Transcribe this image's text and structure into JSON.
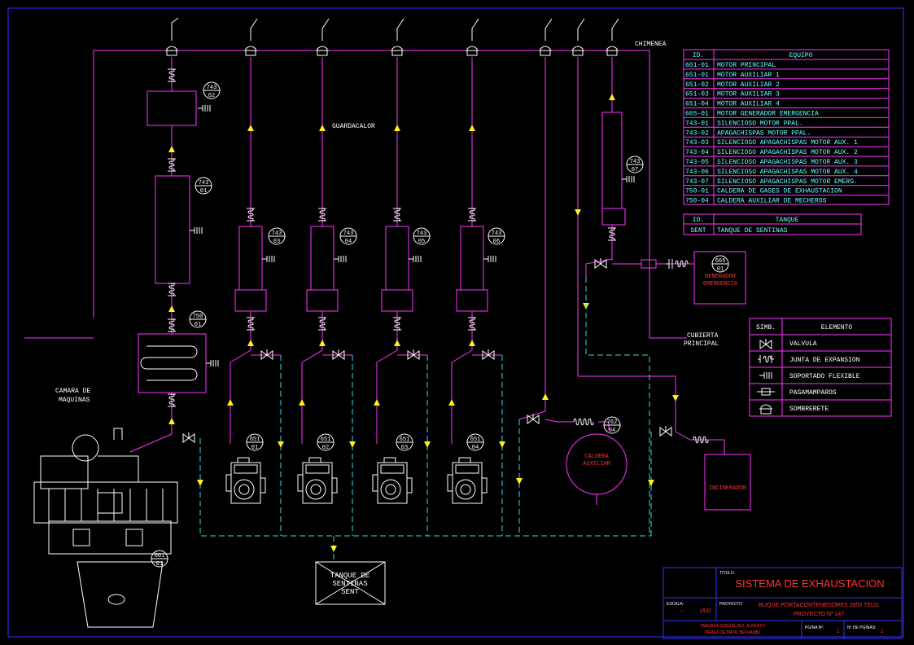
{
  "title_block": {
    "titulo_label": "TITULO",
    "title": "SISTEMA DE EXHAUSTACION",
    "escala_label": "ESCALA:",
    "escala_value": "(A3)",
    "escala_mark": "-:-",
    "proyecto_label": "PROYECTO",
    "project_line1": "BUQUE PORTACONTENEDORES 2850 TEUS",
    "project_line2": "PROYECTO Nº 147",
    "author1": "TABOADA GONZÁLVEZ, ALBERTO",
    "author2": "PÉREZ DE MATA, BENJAMÍN",
    "page_label": "PGINA Nº:",
    "page_value": "1",
    "pages_label": "Nº DE PGINAS:",
    "pages_value": "1"
  },
  "labels": {
    "chimenea": "CHIMENEA",
    "guardacalor": "GUARDACALOR",
    "cubierta1": "CUBIERTA",
    "cubierta2": "PRINCIPAL",
    "camara1": "CAMARA DE",
    "camara2": "MAQUINAS",
    "tank1": "TANQUE DE",
    "tank2": "SENTINAS",
    "tank3": "SENT",
    "gen1": "GENERADOR",
    "gen2": "EMERGENCIA",
    "caldera1": "CALDERA",
    "caldera2": "AUXILIAR",
    "incinerador": "INCINERADOR"
  },
  "tags": [
    {
      "a": "743",
      "b": "02"
    },
    {
      "a": "743",
      "b": "01"
    },
    {
      "a": "750",
      "b": "01"
    },
    {
      "a": "743",
      "b": "03"
    },
    {
      "a": "743",
      "b": "04"
    },
    {
      "a": "743",
      "b": "05"
    },
    {
      "a": "743",
      "b": "06"
    },
    {
      "a": "743",
      "b": "07"
    },
    {
      "a": "665",
      "b": "01"
    },
    {
      "a": "651",
      "b": "01"
    },
    {
      "a": "651",
      "b": "02"
    },
    {
      "a": "651",
      "b": "03"
    },
    {
      "a": "651",
      "b": "04"
    },
    {
      "a": "762",
      "b": "04"
    },
    {
      "a": "601",
      "b": "01"
    }
  ],
  "equipment_table": {
    "header_id": "ID.",
    "header_name": "EQUIPO",
    "rows": [
      {
        "id": "601-01",
        "name": "MOTOR PRINCIPAL"
      },
      {
        "id": "651-01",
        "name": "MOTOR AUXILIAR 1"
      },
      {
        "id": "651-02",
        "name": "MOTOR AUXILIAR 2"
      },
      {
        "id": "651-03",
        "name": "MOTOR AUXILIAR 3"
      },
      {
        "id": "651-04",
        "name": "MOTOR AUXILIAR 4"
      },
      {
        "id": "665-01",
        "name": "MOTOR GENERADOR EMERGENCIA"
      },
      {
        "id": "743-01",
        "name": "SILENCIOSO MOTOR PPAL."
      },
      {
        "id": "743-02",
        "name": "APAGACHISPAS MOTOR PPAL."
      },
      {
        "id": "743-03",
        "name": "SILENCIOSO APAGACHISPAS MOTOR AUX. 1"
      },
      {
        "id": "743-04",
        "name": "SILENCIOSO APAGACHISPAS MOTOR AUX. 2"
      },
      {
        "id": "743-05",
        "name": "SILENCIOSO APAGACHISPAS MOTOR AUX. 3"
      },
      {
        "id": "743-06",
        "name": "SILENCIOSO APAGACHISPAS MOTOR AUX. 4"
      },
      {
        "id": "743-07",
        "name": "SILENCIOSO APAGACHISPAS MOTOR EMERG."
      },
      {
        "id": "750-01",
        "name": "CALDERA DE GASES DE EXHAUSTACION"
      },
      {
        "id": "750-04",
        "name": "CALDERA AUXILIAR DE MECHEROS"
      }
    ]
  },
  "tank_table": {
    "header_id": "ID.",
    "header_name": "TANQUE",
    "rows": [
      {
        "id": "SENT",
        "name": "TANQUE DE SENTINAS"
      }
    ]
  },
  "legend_table": {
    "header_sym": "SIMB.",
    "header_name": "ELEMENTO",
    "rows": [
      {
        "icon": "valve-icon",
        "name": "VALVULA"
      },
      {
        "icon": "expansion-joint-icon",
        "name": "JUNTA DE EXPANSION"
      },
      {
        "icon": "flexible-support-icon",
        "name": "SOPORTADO FLEXIBLE"
      },
      {
        "icon": "bulkhead-penetration-icon",
        "name": "PASAMAMPAROS"
      },
      {
        "icon": "exhaust-cap-icon",
        "name": "SOMBRERETE"
      }
    ]
  },
  "colors": {
    "pipe": "#ff33ff",
    "drain": "#33dddd",
    "arrow": "#ffee22",
    "text": "#ffffff",
    "equipment_text": "#ff3333",
    "frame": "#3333ff",
    "title": "#ff3333",
    "table_text": "#66ffff"
  }
}
